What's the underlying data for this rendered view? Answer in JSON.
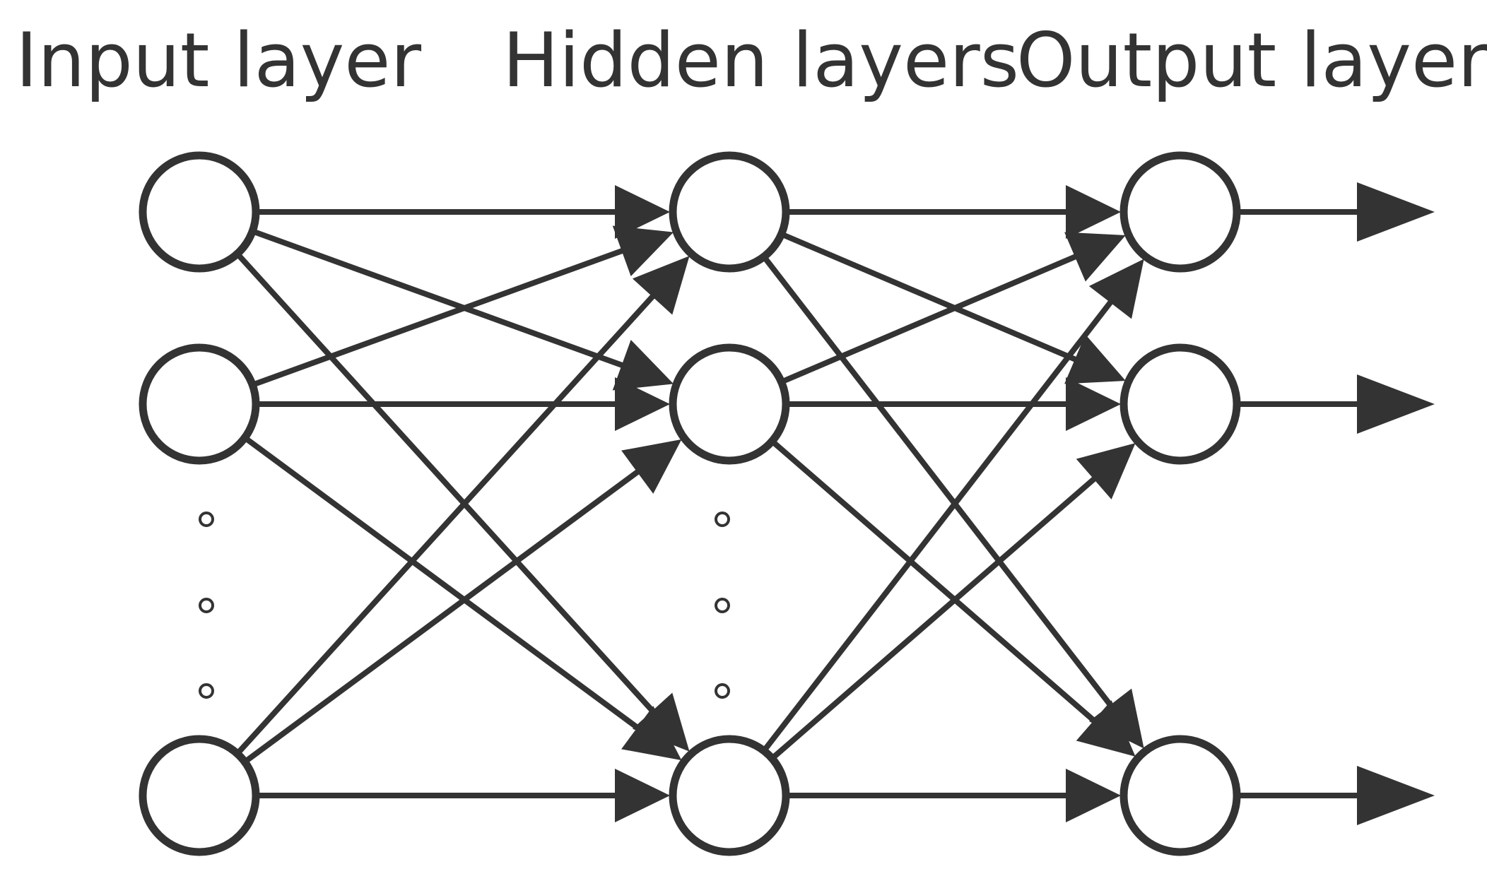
{
  "diagram": {
    "labels": {
      "input": "Input layer",
      "hidden": "Hidden layers",
      "output": "Output layer"
    },
    "layers": [
      {
        "key": "input",
        "neurons": 3,
        "ellipsis": true
      },
      {
        "key": "hidden",
        "neurons": 3,
        "ellipsis": true
      },
      {
        "key": "output",
        "neurons": 3,
        "ellipsis": false
      }
    ],
    "connectivity": "fully-connected",
    "output_arrows": 3,
    "colors": {
      "stroke": "#333333",
      "fill": "#ffffff",
      "background": "#ffffff"
    }
  }
}
